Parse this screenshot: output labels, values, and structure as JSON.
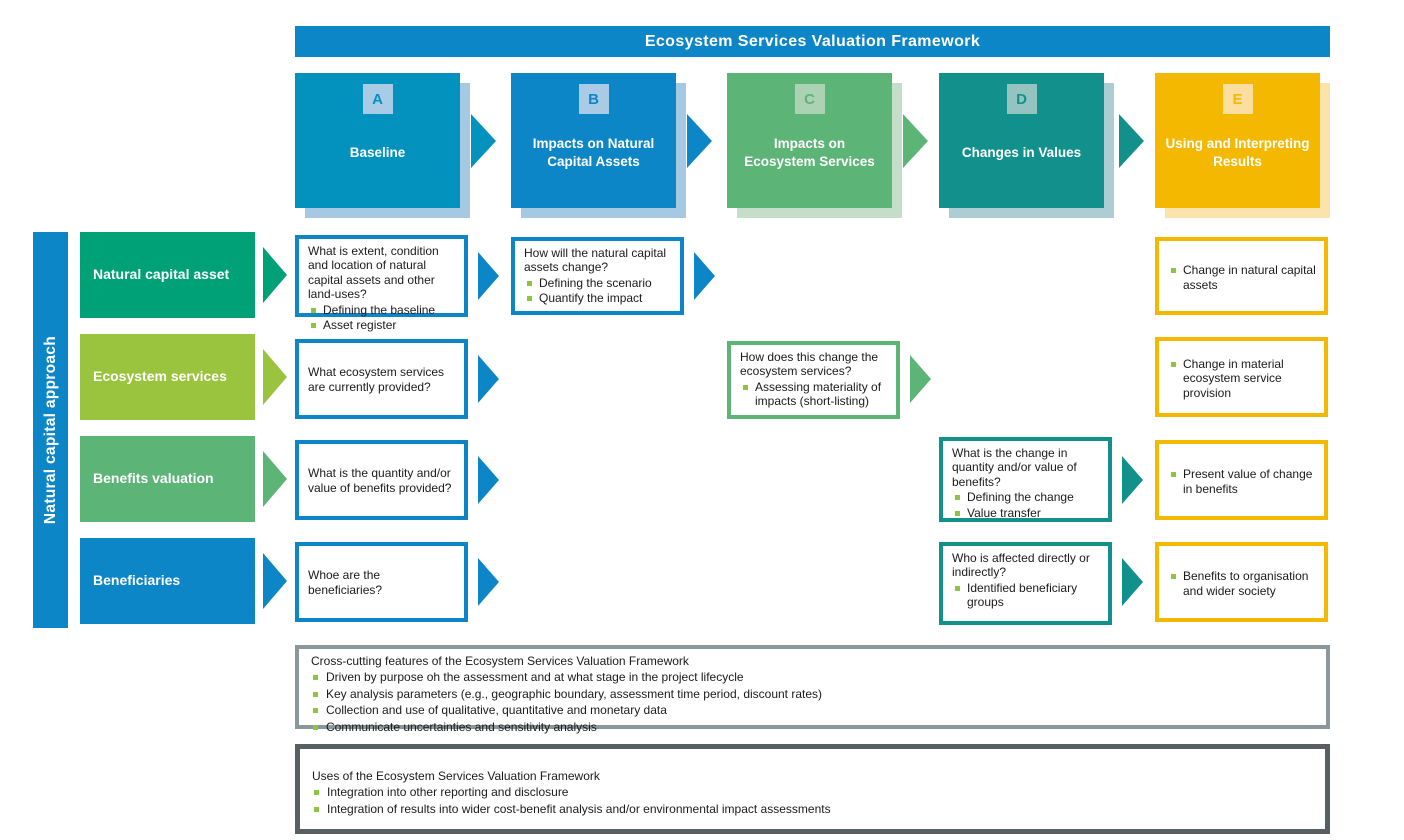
{
  "palette": {
    "blue": "#0d86c8",
    "teal_blue": "#0292bd",
    "green": "#5db477",
    "teal": "#12918c",
    "yellow": "#f5b800",
    "dark_green": "#00a177",
    "lime": "#9ac43d",
    "bullet": "#8cc63f",
    "badge_blue": "#a9cbe5",
    "badge_green": "#abd3b3",
    "badge_teal": "#94c3c0",
    "badge_yellow": "#fcdf9e",
    "shadow_blue": "#a6c9e3",
    "shadow_green": "#c4dec9",
    "shadow_teal": "#abcdd3",
    "shadow_yellow": "#fbe3ab",
    "gray_border": "#8b989b",
    "dark_gray_border": "#575f62"
  },
  "header": {
    "title": "Ecosystem Services Valuation Framework"
  },
  "sidebar": {
    "label": "Natural capital approach"
  },
  "columns": [
    {
      "letter": "A",
      "title": "Baseline"
    },
    {
      "letter": "B",
      "title": "Impacts on Natural Capital Assets"
    },
    {
      "letter": "C",
      "title": "Impacts on Ecosystem Services"
    },
    {
      "letter": "D",
      "title": "Changes in Values"
    },
    {
      "letter": "E",
      "title": "Using and Interpreting Results"
    }
  ],
  "rows": [
    {
      "label": "Natural capital asset",
      "cells": {
        "a": {
          "question": "What is extent, condition and location of natural capital assets and other land-uses?",
          "bullets": [
            "Defining the baseline",
            "Asset register"
          ]
        },
        "b": {
          "question": "How will the natural capital assets change?",
          "bullets": [
            "Defining the scenario",
            "Quantify the impact"
          ]
        },
        "e": {
          "bullets": [
            "Change in natural capital assets"
          ]
        }
      }
    },
    {
      "label": "Ecosystem services",
      "cells": {
        "a": {
          "question": "What ecosystem services are currently provided?"
        },
        "c": {
          "question": "How does this change the ecosystem services?",
          "bullets": [
            "Assessing materiality of impacts (short-listing)"
          ]
        },
        "e": {
          "bullets": [
            "Change in material ecosystem service provision"
          ]
        }
      }
    },
    {
      "label": "Benefits valuation",
      "cells": {
        "a": {
          "question": "What is the quantity and/or value of benefits provided?"
        },
        "d": {
          "question": "What is the change in quantity and/or value of benefits?",
          "bullets": [
            "Defining the change",
            "Value transfer"
          ]
        },
        "e": {
          "bullets": [
            "Present value of change in benefits"
          ]
        }
      }
    },
    {
      "label": "Beneficiaries",
      "cells": {
        "a": {
          "question": "Whoe are the beneficiaries?"
        },
        "d": {
          "question": "Who is affected directly or indirectly?",
          "bullets": [
            "Identified beneficiary groups"
          ]
        },
        "e": {
          "bullets": [
            "Benefits to organisation and wider society"
          ]
        }
      }
    }
  ],
  "cross_cutting": {
    "title": "Cross-cutting features of the Ecosystem Services Valuation Framework",
    "bullets": [
      "Driven by purpose oh the assessment and at what stage in the project lifecycle",
      "Key analysis parameters (e.g., geographic boundary, assessment time period, discount rates)",
      "Collection and use of qualitative, quantitative and monetary data",
      "Communicate uncertainties and sensitivity analysis"
    ]
  },
  "uses": {
    "title": "Uses of the Ecosystem Services Valuation Framework",
    "bullets": [
      "Integration into other reporting and disclosure",
      "Integration of results into wider cost-benefit analysis and/or environmental impact assessments"
    ]
  }
}
